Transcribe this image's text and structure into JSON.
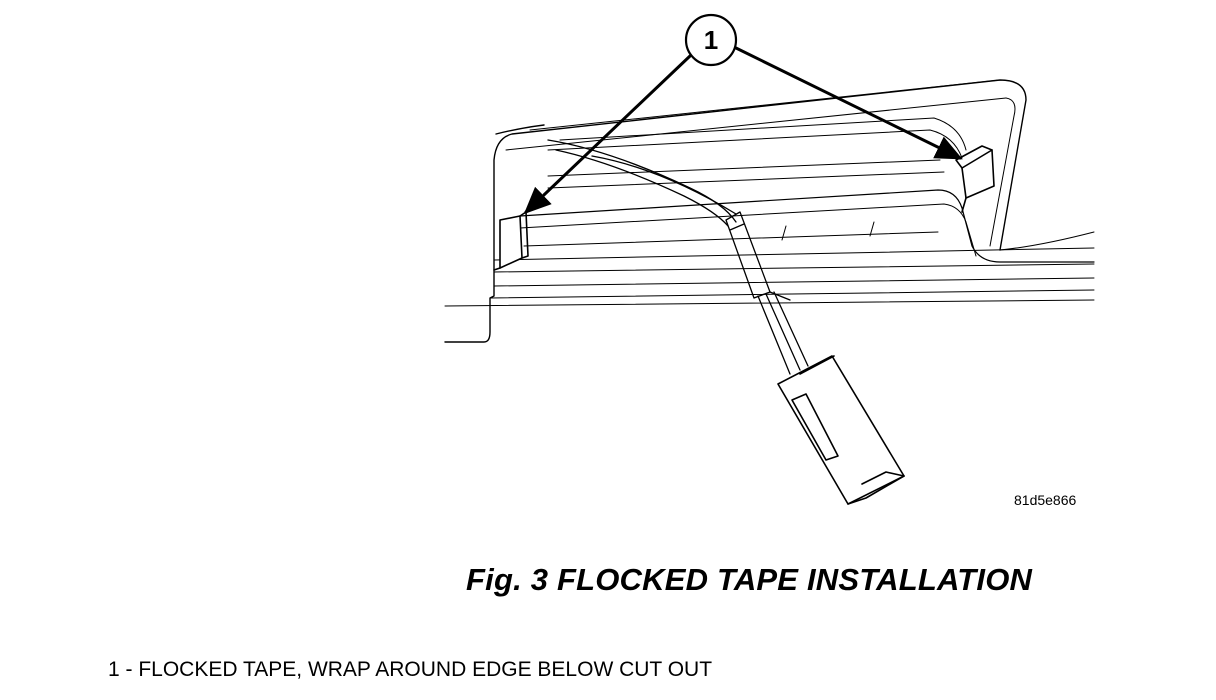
{
  "callout": {
    "number": "1"
  },
  "figure_code": "81d5e866",
  "caption": "Fig. 3 FLOCKED TAPE INSTALLATION",
  "legend": [
    {
      "text": "1 - FLOCKED TAPE, WRAP AROUND EDGE BELOW CUT OUT"
    }
  ],
  "colors": {
    "ink": "#000000",
    "background": "#ffffff"
  }
}
